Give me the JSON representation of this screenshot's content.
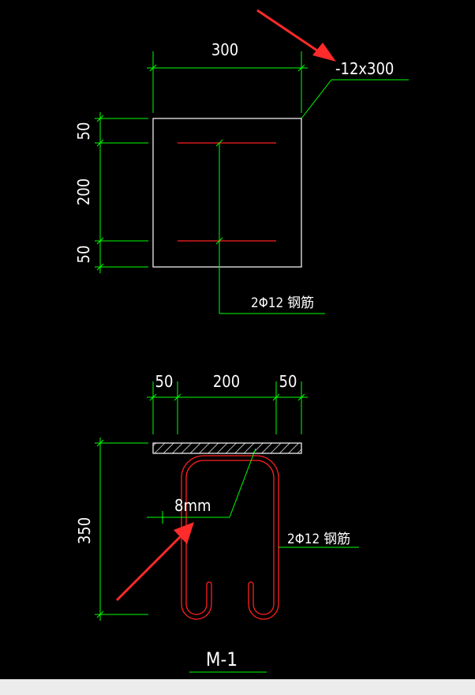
{
  "colors": {
    "background": "#000000",
    "dimension_line": "#00ff00",
    "plate_outline": "#ffffff",
    "rebar": "#ff2020",
    "arrow": "#ff2a2a",
    "text": "#ffffff"
  },
  "plan_view": {
    "width_dim": "300",
    "plate_label": "-12x300",
    "dim_top": "50",
    "dim_middle": "200",
    "dim_bottom": "50",
    "rebar_label": "2Φ12 钢筋"
  },
  "section_view": {
    "dim_left": "50",
    "dim_middle": "200",
    "dim_right": "50",
    "height_dim": "350",
    "thickness_label": "8mm",
    "rebar_label": "2Φ12 钢筋"
  },
  "title": "M-1"
}
